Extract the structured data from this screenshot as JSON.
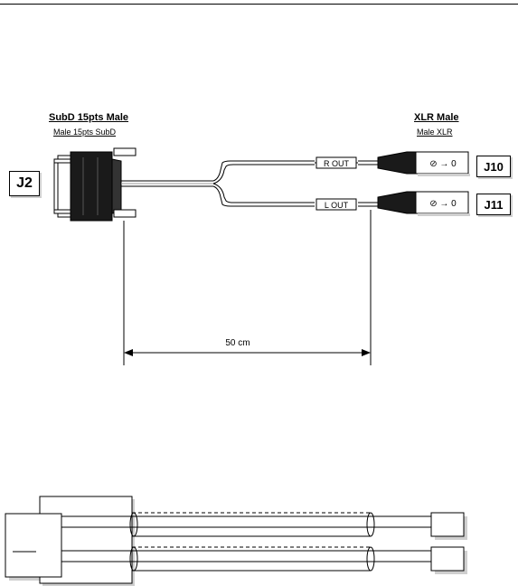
{
  "diagram": {
    "left_connector": {
      "title": "SubD 15pts Male",
      "subtitle": "Male 15pts SubD",
      "label": "J2"
    },
    "right_connector": {
      "title": "XLR Male",
      "subtitle": "Male XLR"
    },
    "outputs": [
      {
        "cable_label": "R OUT",
        "jack": "J10",
        "symbol": "⊘ → 0"
      },
      {
        "cable_label": "L OUT",
        "jack": "J11",
        "symbol": "⊘ → 0"
      }
    ],
    "dimension": "50 cm"
  },
  "colors": {
    "line": "#000000",
    "shadow": "#cfcfcf",
    "shell": "#1a1a1a",
    "pin": "#ffffff"
  }
}
